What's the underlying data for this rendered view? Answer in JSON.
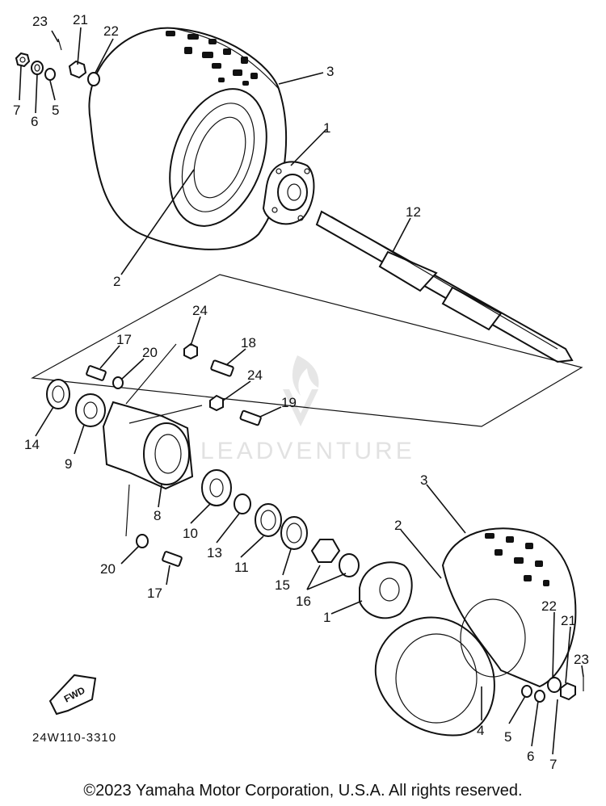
{
  "watermark": "LEADVENTURE",
  "diagram_code": "24W110-3310",
  "fwd_label": "FWD",
  "copyright": "©2023 Yamaha Motor Corporation, U.S.A. All rights reserved.",
  "callouts": {
    "c23a": "23",
    "c21a": "21",
    "c22a": "22",
    "c7a": "7",
    "c6a": "6",
    "c5a": "5",
    "c3a": "3",
    "c1a": "1",
    "c12": "12",
    "c2a": "2",
    "c24a": "24",
    "c17a": "17",
    "c20a": "20",
    "c18": "18",
    "c24b": "24",
    "c19": "19",
    "c14": "14",
    "c9": "9",
    "c8": "8",
    "c10": "10",
    "c13": "13",
    "c11": "11",
    "c15": "15",
    "c16": "16",
    "c20b": "20",
    "c17b": "17",
    "c3b": "3",
    "c2b": "2",
    "c1b": "1",
    "c22b": "22",
    "c21b": "21",
    "c23b": "23",
    "c4": "4",
    "c5b": "5",
    "c6b": "6",
    "c7b": "7"
  }
}
